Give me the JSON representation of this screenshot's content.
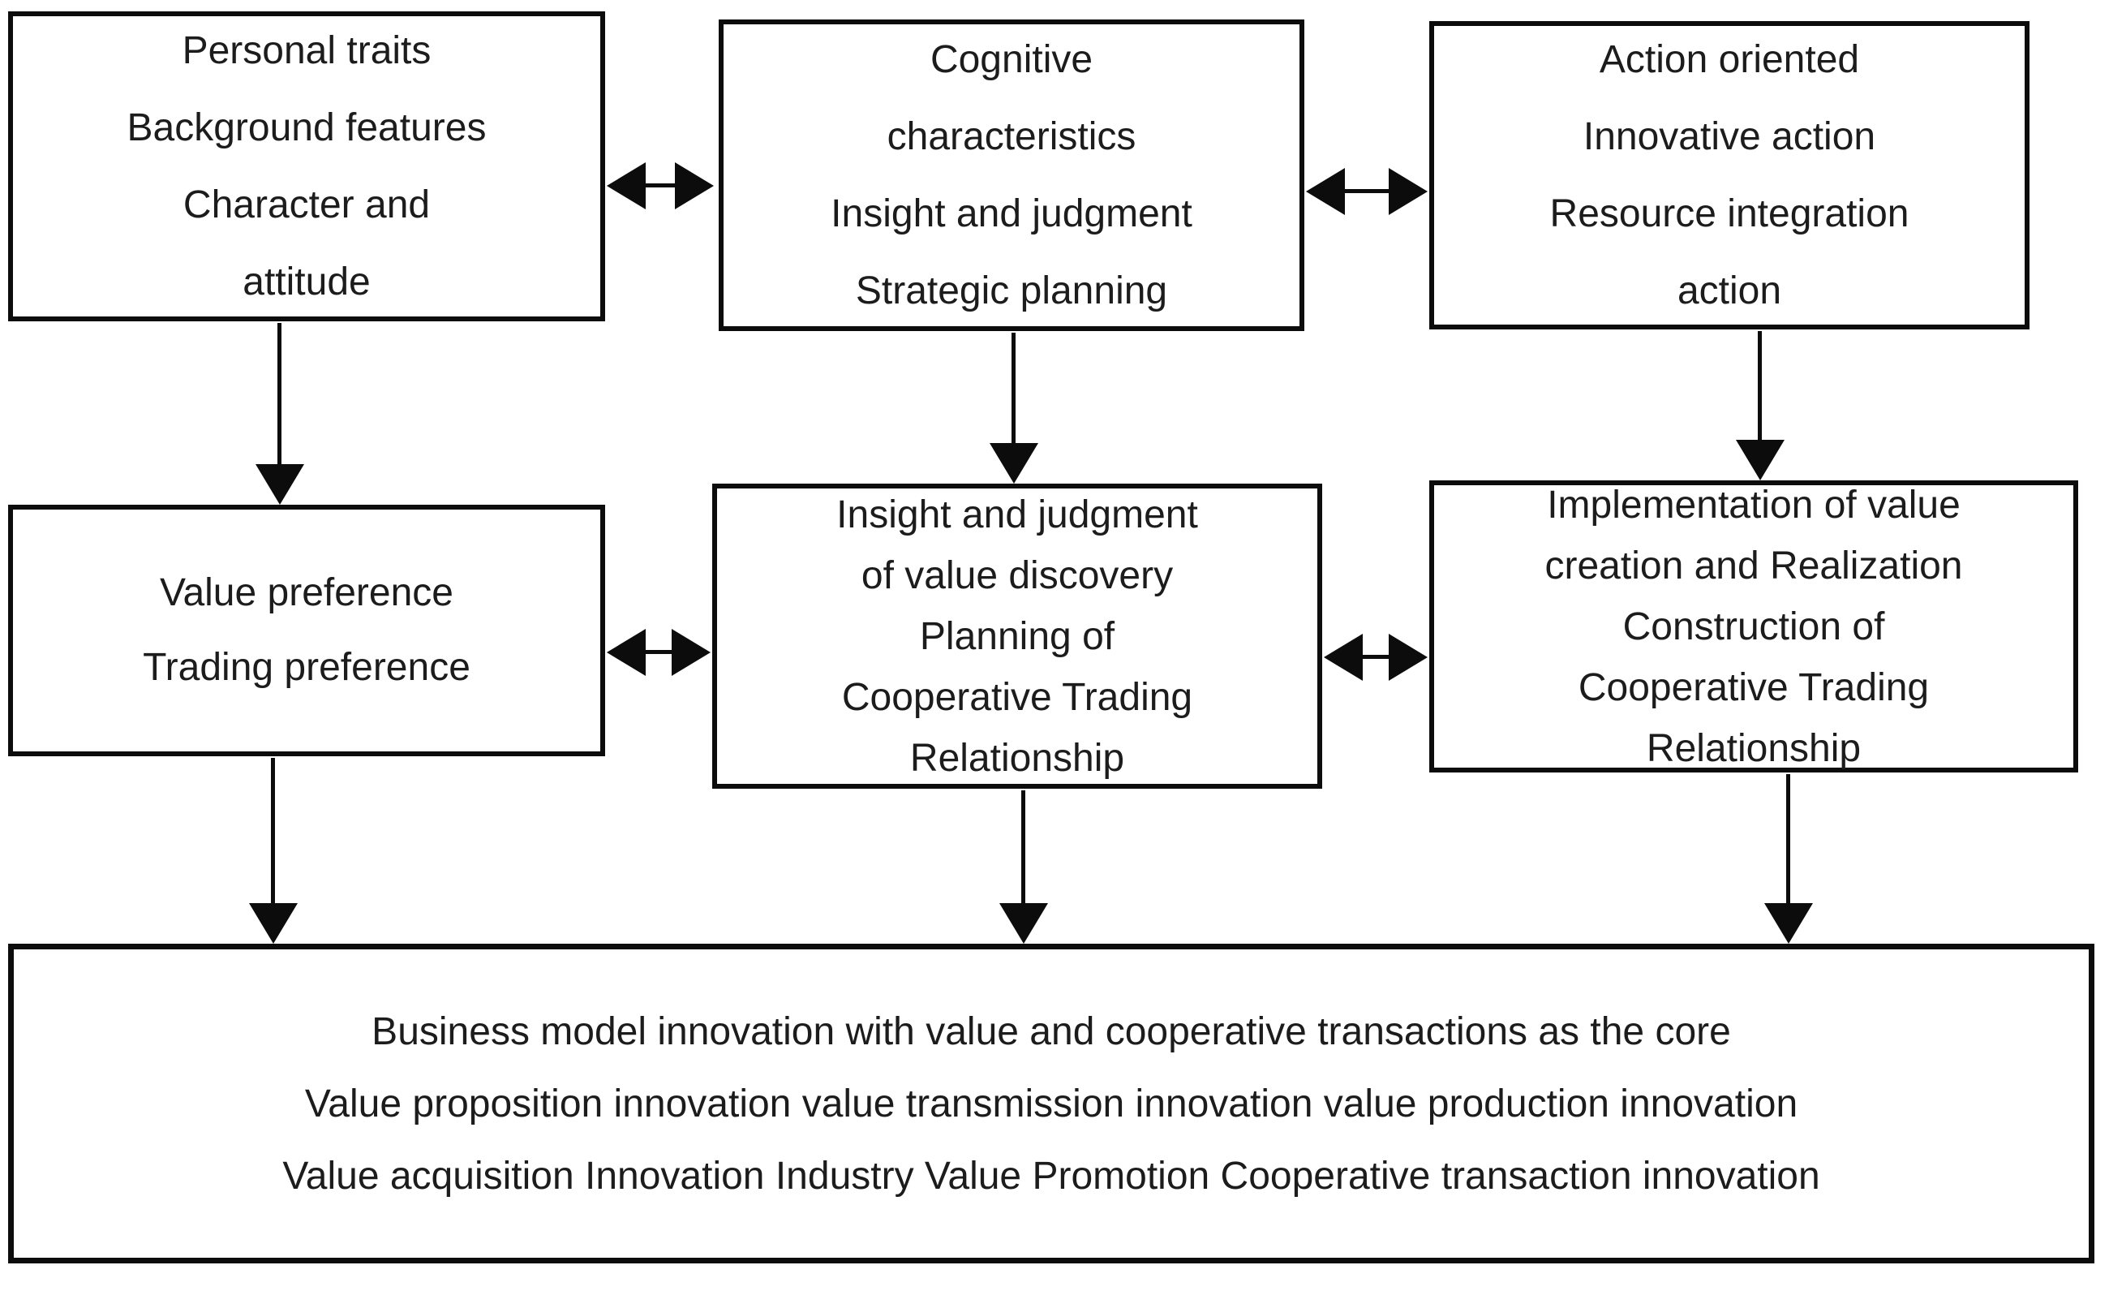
{
  "diagram": {
    "type": "flowchart",
    "background_color": "#ffffff",
    "ink_color": "#0c0c0c",
    "boxes": {
      "top_left": {
        "lines": [
          "Personal traits",
          "Background features",
          "Character and",
          "attitude"
        ]
      },
      "top_middle": {
        "lines": [
          "Cognitive",
          "characteristics",
          "Insight and judgment",
          "Strategic planning"
        ]
      },
      "top_right": {
        "lines": [
          "Action oriented",
          "Innovative action",
          "Resource integration",
          "action"
        ]
      },
      "middle_left": {
        "lines": [
          "Value preference",
          "Trading preference"
        ]
      },
      "middle_center": {
        "lines": [
          "Insight and judgment",
          "of value discovery",
          "Planning of",
          "Cooperative Trading",
          "Relationship"
        ]
      },
      "middle_right": {
        "lines": [
          "Implementation of value",
          "creation and Realization",
          "Construction of",
          "Cooperative Trading",
          "Relationship"
        ]
      },
      "bottom": {
        "lines": [
          "Business model innovation with value and cooperative transactions as the core",
          "Value proposition innovation value transmission innovation value production innovation",
          "Value acquisition Innovation Industry Value Promotion Cooperative transaction innovation"
        ]
      }
    },
    "connections": [
      {
        "from": "top_left",
        "to": "top_middle",
        "style": "double-headed-horizontal"
      },
      {
        "from": "top_middle",
        "to": "top_right",
        "style": "double-headed-horizontal"
      },
      {
        "from": "top_left",
        "to": "middle_left",
        "style": "down-arrow"
      },
      {
        "from": "top_middle",
        "to": "middle_center",
        "style": "down-arrow"
      },
      {
        "from": "top_right",
        "to": "middle_right",
        "style": "down-arrow"
      },
      {
        "from": "middle_left",
        "to": "middle_center",
        "style": "double-headed-horizontal"
      },
      {
        "from": "middle_center",
        "to": "middle_right",
        "style": "double-headed-horizontal"
      },
      {
        "from": "middle_left",
        "to": "bottom",
        "style": "down-arrow"
      },
      {
        "from": "middle_center",
        "to": "bottom",
        "style": "down-arrow"
      },
      {
        "from": "middle_right",
        "to": "bottom",
        "style": "down-arrow"
      }
    ]
  }
}
